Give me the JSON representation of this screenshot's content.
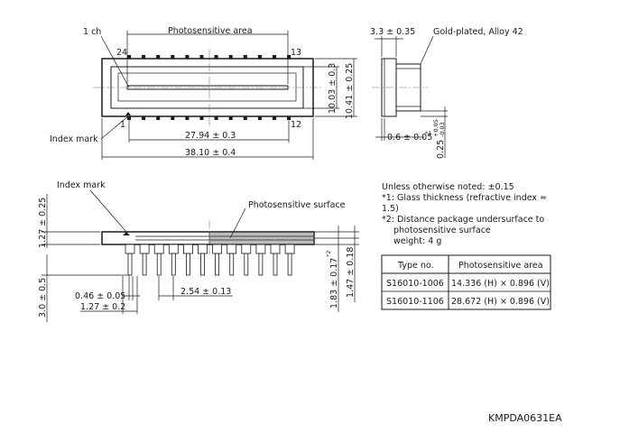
{
  "top_view": {
    "ch1_label": "1 ch",
    "photosensitive_area_label": "Photosensitive area",
    "pin_24": "24",
    "pin_13": "13",
    "pin_1": "1",
    "pin_12": "12",
    "index_mark_label": "Index mark",
    "dim_pitch_span": "27.94 ± 0.3",
    "dim_length": "38.10 ± 0.4",
    "dim_inner_height": "10.03 ± 0.3",
    "dim_outer_height": "10.41 ± 0.25"
  },
  "side_view": {
    "dim_thickness": "3.3 ± 0.35",
    "lead_label": "Gold-plated, Alloy 42",
    "dim_glass": "0.6 ± 0.05",
    "dim_glass_note": "*1",
    "dim_lead_thickness": "0.25",
    "dim_lead_tol_plus": "+0.05",
    "dim_lead_tol_minus": "-0.03"
  },
  "front_view": {
    "index_mark_label": "Index mark",
    "photosensitive_surface_label": "Photosensitive surface",
    "dim_top": "1.27 ± 0.25",
    "dim_lead_length": "3.0 ± 0.5",
    "dim_lead_width": "0.46 ± 0.05",
    "dim_pitch": "2.54 ± 0.13",
    "dim_lead_offset": "1.27 ± 0.2",
    "dim_surface": "1.83 ± 0.17",
    "dim_surface_note": "*2",
    "dim_body": "1.47 ± 0.18"
  },
  "notes": {
    "line1": "Unless otherwise noted: ±0.15",
    "line2": "*1: Glass thickness (refractive index ≈",
    "line3": "1.5)",
    "line4": "*2: Distance package undersurface to",
    "line5": "photosensitive surface",
    "line6": "weight: 4 g"
  },
  "table": {
    "headers": [
      "Type no.",
      "Photosensitive area"
    ],
    "rows": [
      [
        "S16010-1006",
        "14.336 (H) × 0.896 (V)"
      ],
      [
        "S16010-1106",
        "28.672 (H) × 0.896 (V)"
      ]
    ]
  },
  "drawing_code": "KMPDA0631EA"
}
